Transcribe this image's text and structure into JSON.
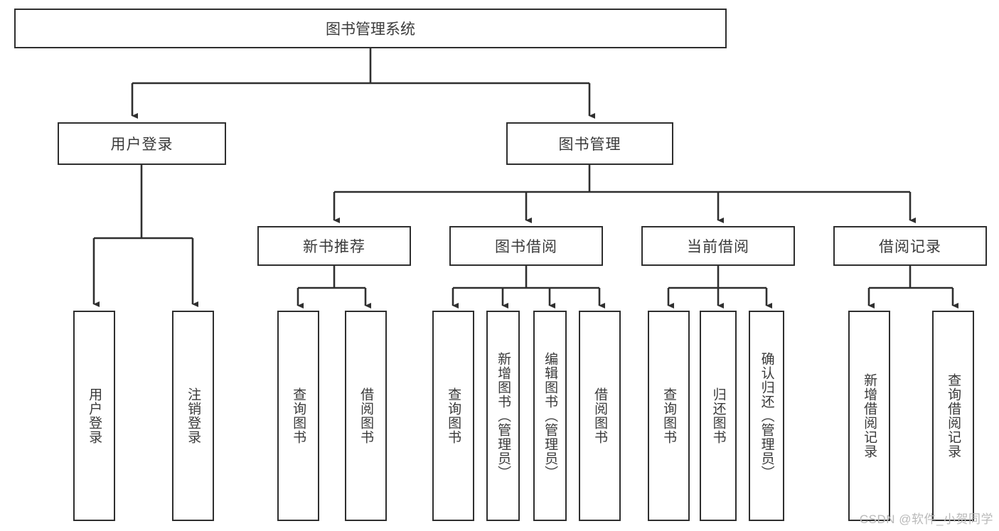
{
  "diagram": {
    "title": "图书管理系统",
    "type": "tree-hierarchy",
    "watermark": "CSDN @软件_小贺同学",
    "colors": {
      "box_border": "#2f2f2f",
      "box_fill": "#ffffff",
      "edge": "#2f2f2f",
      "text": "#3a3a3a",
      "watermark": "#b9b9b9"
    },
    "root": {
      "label": "图书管理系统"
    },
    "level2": [
      {
        "label": "用户登录"
      },
      {
        "label": "图书管理"
      }
    ],
    "level3": [
      {
        "label": "新书推荐"
      },
      {
        "label": "图书借阅"
      },
      {
        "label": "当前借阅"
      },
      {
        "label": "借阅记录"
      }
    ],
    "leaves": {
      "user_login": [
        {
          "label": "用户登录"
        },
        {
          "label": "注销登录"
        }
      ],
      "new_book_recommend": [
        {
          "label": "查询图书"
        },
        {
          "label": "借阅图书"
        }
      ],
      "book_borrow": [
        {
          "label": "查询图书"
        },
        {
          "label": "新增图书（管理员）"
        },
        {
          "label": "编辑图书（管理员）"
        },
        {
          "label": "借阅图书"
        }
      ],
      "current_borrow": [
        {
          "label": "查询图书"
        },
        {
          "label": "归还图书"
        },
        {
          "label": "确认归还（管理员）"
        }
      ],
      "borrow_record": [
        {
          "label": "新增借阅记录"
        },
        {
          "label": "查询借阅记录"
        }
      ]
    }
  }
}
